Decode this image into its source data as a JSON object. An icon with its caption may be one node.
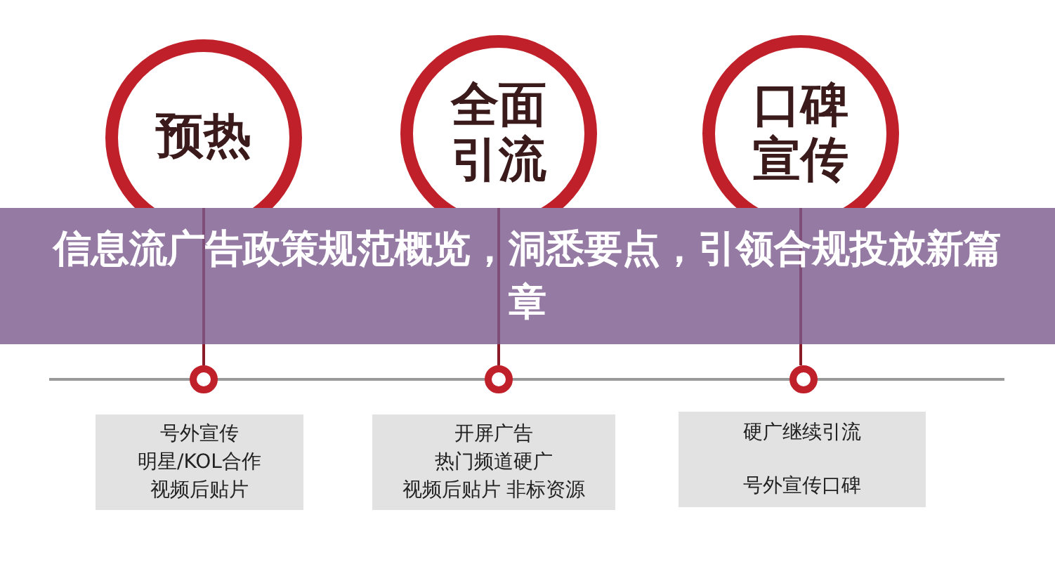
{
  "diagram": {
    "title": "信息流广告政策规范概览，洞悉要点，引领合规投放新篇章",
    "nodes": [
      {
        "text": [
          "预热"
        ]
      },
      {
        "text": [
          "全面引流"
        ]
      },
      {
        "text": [
          "口碑宣传"
        ]
      },
      {
        "text": [],
        "shape": "circle"
      },
      {
        "text": [],
        "shape": "circle"
      },
      {
        "text": [],
        "shape": "circle"
      },
      {
        "text": [
          "号外宣传",
          "明星/KOL合作",
          "视频后贴片"
        ]
      },
      {
        "text": [
          "开屏广告",
          "热门频道硬广",
          "视频后贴片 非标资源"
        ]
      },
      {
        "text": [
          "硬广继续引流",
          "号外宣传口碑"
        ]
      }
    ],
    "edges": [
      {
        "from": 0,
        "to": 3,
        "arrow": "none"
      },
      {
        "from": 1,
        "to": 4,
        "arrow": "none"
      },
      {
        "from": 2,
        "to": 5,
        "arrow": "none"
      }
    ]
  }
}
